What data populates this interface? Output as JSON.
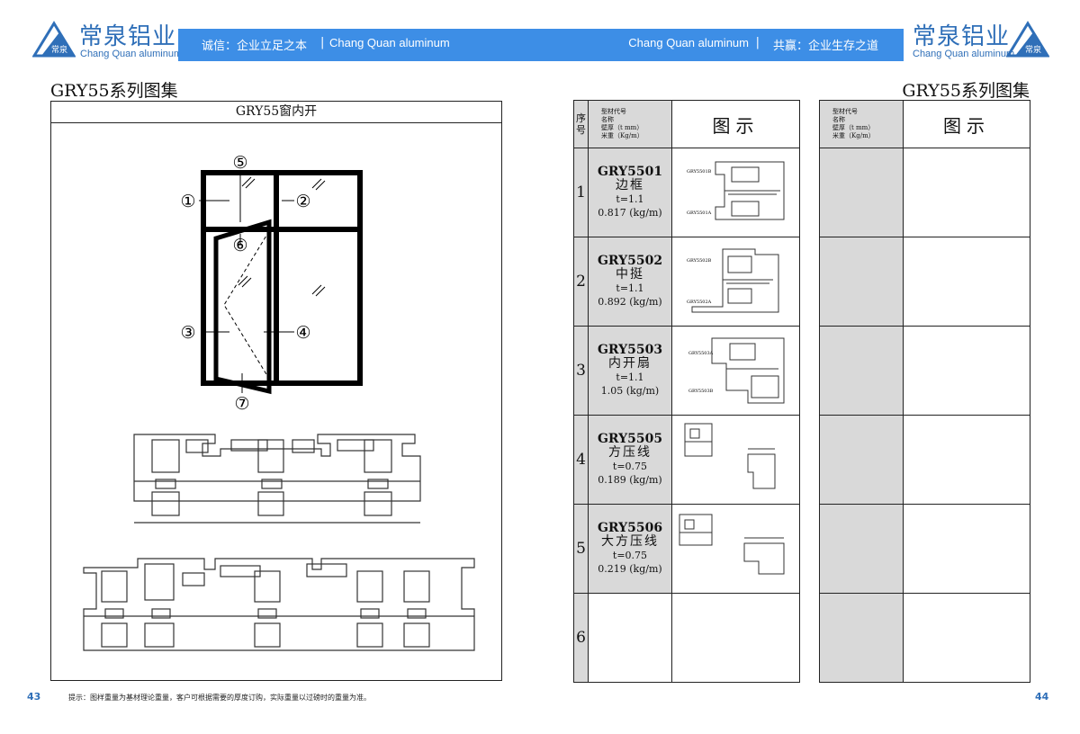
{
  "header": {
    "brand_cn": "常泉铝业",
    "brand_en": "Chang Quan aluminum",
    "mark_text": "常泉",
    "left_slogan": "诚信：企业立足之本",
    "right_slogan": "共赢：企业生存之道",
    "band_en": "Chang Quan aluminum",
    "separator": "|",
    "band_color": "#3d8ee6",
    "brand_color": "#2f6fb8"
  },
  "left_page": {
    "title": "GRY55系列图集",
    "caption": "GRY55窗内开",
    "callouts": [
      "①",
      "②",
      "③",
      "④",
      "⑤",
      "⑥",
      "⑦"
    ],
    "page_number": "43"
  },
  "right_page": {
    "title": "GRY55系列图集",
    "page_number": "44",
    "table_header": {
      "num": "序号",
      "prop_lines": [
        "型材代号",
        "名称",
        "壁厚（t mm）",
        "米重（Kg/m）"
      ],
      "drawing": "图示"
    },
    "rows": [
      {
        "num": "1",
        "code": "GRY5501",
        "name": "边框",
        "thickness": "t=1.1",
        "weight": "0.817 (kg/m)",
        "labels": [
          "GRY5501B",
          "GRY5501A"
        ]
      },
      {
        "num": "2",
        "code": "GRY5502",
        "name": "中挺",
        "thickness": "t=1.1",
        "weight": "0.892 (kg/m)",
        "labels": [
          "GRY5502B",
          "GRY5502A"
        ]
      },
      {
        "num": "3",
        "code": "GRY5503",
        "name": "内开扇",
        "thickness": "t=1.1",
        "weight": "1.05 (kg/m)",
        "labels": [
          "GRY5503A",
          "GRY5503B"
        ]
      },
      {
        "num": "4",
        "code": "GRY5505",
        "name": "方压线",
        "thickness": "t=0.75",
        "weight": "0.189 (kg/m)",
        "labels": []
      },
      {
        "num": "5",
        "code": "GRY5506",
        "name": "大方压线",
        "thickness": "t=0.75",
        "weight": "0.219 (kg/m)",
        "labels": []
      },
      {
        "num": "6",
        "code": "",
        "name": "",
        "thickness": "",
        "weight": "",
        "labels": []
      }
    ]
  },
  "footer_note": "提示：图样重量为基材理论重量，客户可根据需要的厚度订购，实际重量以过磅时的重量为准。"
}
